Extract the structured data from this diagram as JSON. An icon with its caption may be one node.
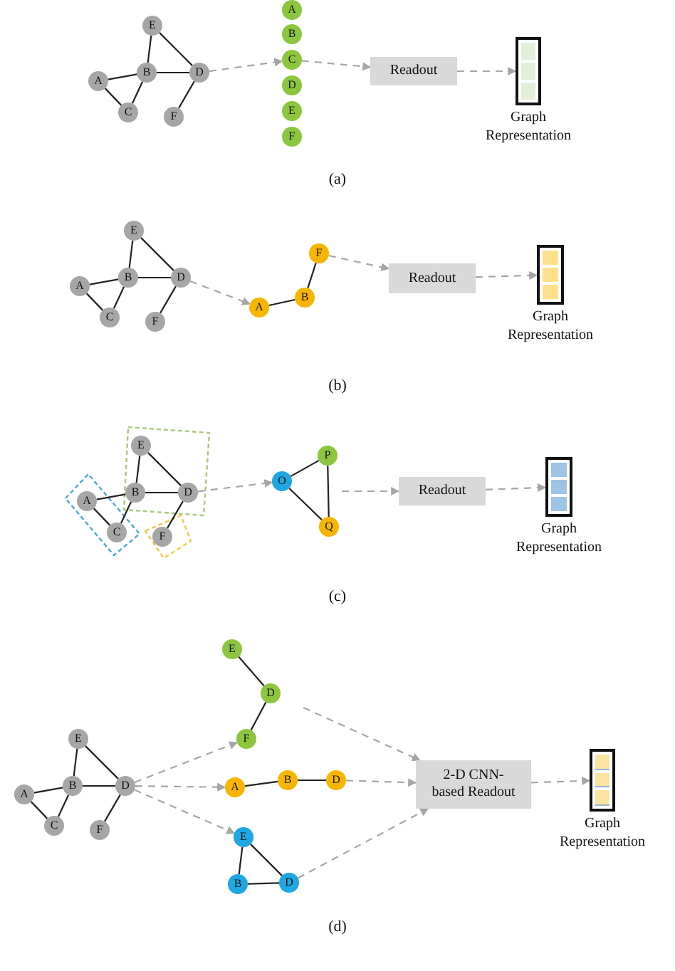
{
  "diagram": {
    "nodes": [
      {
        "text": [
          "E"
        ]
      },
      {
        "text": [
          "A"
        ]
      },
      {
        "text": [
          "B"
        ]
      },
      {
        "text": [
          "D"
        ]
      },
      {
        "text": [
          "C"
        ]
      },
      {
        "text": [
          "F"
        ]
      },
      {
        "text": [
          "A"
        ]
      },
      {
        "text": [
          "B"
        ]
      },
      {
        "text": [
          "C"
        ]
      },
      {
        "text": [
          "D"
        ]
      },
      {
        "text": [
          "E"
        ]
      },
      {
        "text": [
          "F"
        ]
      },
      {
        "text": [
          "Readout"
        ]
      },
      {
        "text": [
          "Graph Representation"
        ]
      },
      {
        "text": [
          "E"
        ]
      },
      {
        "text": [
          "A"
        ]
      },
      {
        "text": [
          "B"
        ]
      },
      {
        "text": [
          "D"
        ]
      },
      {
        "text": [
          "C"
        ]
      },
      {
        "text": [
          "F"
        ]
      },
      {
        "text": [
          "F"
        ]
      },
      {
        "text": [
          "B"
        ]
      },
      {
        "text": [
          "A"
        ]
      },
      {
        "text": [
          "Readout"
        ]
      },
      {
        "text": [
          "Graph Representation"
        ]
      },
      {
        "text": [
          "E"
        ]
      },
      {
        "text": [
          "A"
        ]
      },
      {
        "text": [
          "B"
        ]
      },
      {
        "text": [
          "D"
        ]
      },
      {
        "text": [
          "C"
        ]
      },
      {
        "text": [
          "F"
        ]
      },
      {
        "text": [
          "P"
        ]
      },
      {
        "text": [
          "O"
        ]
      },
      {
        "text": [
          "Q"
        ]
      },
      {
        "text": [
          "Readout"
        ]
      },
      {
        "text": [
          "Graph Representation"
        ]
      },
      {
        "text": [
          "E"
        ]
      },
      {
        "text": [
          "A"
        ]
      },
      {
        "text": [
          "B"
        ]
      },
      {
        "text": [
          "D"
        ]
      },
      {
        "text": [
          "C"
        ]
      },
      {
        "text": [
          "F"
        ]
      },
      {
        "text": [
          "E"
        ]
      },
      {
        "text": [
          "D"
        ]
      },
      {
        "text": [
          "F"
        ]
      },
      {
        "text": [
          "A"
        ]
      },
      {
        "text": [
          "B"
        ]
      },
      {
        "text": [
          "D"
        ]
      },
      {
        "text": [
          "E"
        ]
      },
      {
        "text": [
          "B"
        ]
      },
      {
        "text": [
          "D"
        ]
      },
      {
        "text": [
          "2-D CNN- based Readout"
        ]
      },
      {
        "text": [
          "Graph Representation"
        ]
      }
    ],
    "edges": [
      {
        "from": 1,
        "to": 2,
        "arrow": "none"
      },
      {
        "from": 1,
        "to": 4,
        "arrow": "none"
      },
      {
        "from": 2,
        "to": 4,
        "arrow": "none"
      },
      {
        "from": 0,
        "to": 2,
        "arrow": "none"
      },
      {
        "from": 2,
        "to": 3,
        "arrow": "none"
      },
      {
        "from": 0,
        "to": 3,
        "arrow": "none"
      },
      {
        "from": 3,
        "to": 5,
        "arrow": "none"
      },
      {
        "from": 3,
        "to": 8,
        "arrow": "to",
        "style": "dashed",
        "color": "#a6a6a6"
      },
      {
        "from": 8,
        "to": 12,
        "arrow": "to",
        "style": "dashed",
        "color": "#a6a6a6"
      },
      {
        "from": 12,
        "to": 13,
        "arrow": "to",
        "style": "dashed",
        "color": "#a6a6a6"
      },
      {
        "from": 15,
        "to": 16,
        "arrow": "none"
      },
      {
        "from": 15,
        "to": 18,
        "arrow": "none"
      },
      {
        "from": 16,
        "to": 18,
        "arrow": "none"
      },
      {
        "from": 14,
        "to": 16,
        "arrow": "none"
      },
      {
        "from": 16,
        "to": 17,
        "arrow": "none"
      },
      {
        "from": 14,
        "to": 17,
        "arrow": "none"
      },
      {
        "from": 17,
        "to": 19,
        "arrow": "none"
      },
      {
        "from": 22,
        "to": 21,
        "arrow": "none"
      },
      {
        "from": 21,
        "to": 20,
        "arrow": "none"
      },
      {
        "from": 17,
        "to": 22,
        "arrow": "to",
        "style": "dashed",
        "color": "#a6a6a6"
      },
      {
        "from": 20,
        "to": 23,
        "arrow": "to",
        "style": "dashed",
        "color": "#a6a6a6"
      },
      {
        "from": 23,
        "to": 24,
        "arrow": "to",
        "style": "dashed",
        "color": "#a6a6a6"
      },
      {
        "from": 26,
        "to": 27,
        "arrow": "none"
      },
      {
        "from": 26,
        "to": 29,
        "arrow": "none"
      },
      {
        "from": 27,
        "to": 29,
        "arrow": "none"
      },
      {
        "from": 25,
        "to": 27,
        "arrow": "none"
      },
      {
        "from": 27,
        "to": 28,
        "arrow": "none"
      },
      {
        "from": 25,
        "to": 28,
        "arrow": "none"
      },
      {
        "from": 28,
        "to": 30,
        "arrow": "none"
      },
      {
        "from": 32,
        "to": 31,
        "arrow": "none"
      },
      {
        "from": 32,
        "to": 33,
        "arrow": "none"
      },
      {
        "from": 31,
        "to": 33,
        "arrow": "none"
      },
      {
        "from": 28,
        "to": 32,
        "arrow": "to",
        "style": "dashed",
        "color": "#a6a6a6"
      },
      {
        "from": null,
        "to": 34,
        "arrow": "to",
        "style": "dashed",
        "color": "#a6a6a6"
      },
      {
        "from": 34,
        "to": 35,
        "arrow": "to",
        "style": "dashed",
        "color": "#a6a6a6"
      },
      {
        "from": 37,
        "to": 38,
        "arrow": "none"
      },
      {
        "from": 37,
        "to": 40,
        "arrow": "none"
      },
      {
        "from": 38,
        "to": 40,
        "arrow": "none"
      },
      {
        "from": 36,
        "to": 38,
        "arrow": "none"
      },
      {
        "from": 38,
        "to": 39,
        "arrow": "none"
      },
      {
        "from": 36,
        "to": 39,
        "arrow": "none"
      },
      {
        "from": 39,
        "to": 41,
        "arrow": "none"
      },
      {
        "from": 42,
        "to": 43,
        "arrow": "none"
      },
      {
        "from": 43,
        "to": 44,
        "arrow": "none"
      },
      {
        "from": 45,
        "to": 46,
        "arrow": "none"
      },
      {
        "from": 46,
        "to": 47,
        "arrow": "none"
      },
      {
        "from": 48,
        "to": 49,
        "arrow": "none"
      },
      {
        "from": 48,
        "to": 50,
        "arrow": "none"
      },
      {
        "from": 49,
        "to": 50,
        "arrow": "none"
      },
      {
        "from": 39,
        "to": 44,
        "arrow": "to",
        "style": "dashed",
        "color": "#a6a6a6"
      },
      {
        "from": 39,
        "to": 45,
        "arrow": "to",
        "style": "dashed",
        "color": "#a6a6a6"
      },
      {
        "from": 39,
        "to": 48,
        "arrow": "to",
        "style": "dashed",
        "color": "#a6a6a6"
      },
      {
        "from": null,
        "to": 51,
        "arrow": "to",
        "style": "dashed",
        "color": "#a6a6a6"
      },
      {
        "from": 47,
        "to": 51,
        "arrow": "to",
        "style": "dashed",
        "color": "#a6a6a6"
      },
      {
        "from": 50,
        "to": 51,
        "arrow": "to",
        "style": "dashed",
        "color": "#a6a6a6"
      },
      {
        "from": 51,
        "to": 52,
        "arrow": "to",
        "style": "dashed",
        "color": "#a6a6a6"
      }
    ],
    "labels": [
      "(a)",
      "(b)",
      "(c)",
      "(d)"
    ]
  }
}
